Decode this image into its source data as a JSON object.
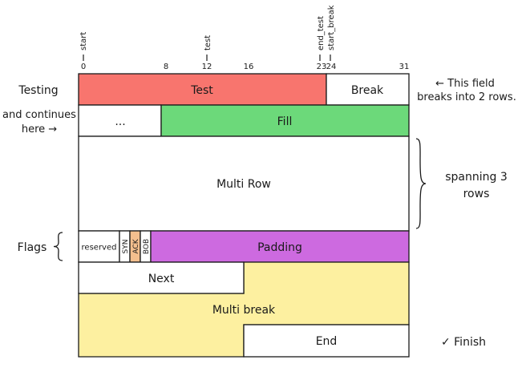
{
  "bit_markers": [
    {
      "bit": "0",
      "name": "start"
    },
    {
      "bit": "12",
      "name": "test"
    },
    {
      "bit": "23",
      "name": "end_test"
    },
    {
      "bit": "24",
      "name": "start_break"
    }
  ],
  "tick_labels": [
    "0",
    "8",
    "12",
    "16",
    "23",
    "24",
    "31"
  ],
  "fields": {
    "test": "Test",
    "break": "Break",
    "ellipsis": "...",
    "fill": "Fill",
    "multi_row": "Multi Row",
    "reserved": "reserved",
    "syn": "SYN",
    "ack": "ACK",
    "bob": "BOB",
    "padding": "Padding",
    "next": "Next",
    "multi_break": "Multi break",
    "end": "End"
  },
  "annotations": {
    "testing": "Testing",
    "continues_line1": "and continues",
    "continues_line2": "here →",
    "field_note_line1": "← This field",
    "field_note_line2": "breaks into 2 rows.",
    "spanning_line1": "spanning 3",
    "spanning_line2": "rows",
    "flags": "Flags",
    "finish": "✓ Finish"
  },
  "colors": {
    "test": "#f8756e",
    "fill": "#6cd97a",
    "ack": "#f4bf8e",
    "padding": "#cd6ae0",
    "multi_break": "#fdf0a0",
    "plain": "#ffffff",
    "stroke": "#1a1a1a"
  }
}
